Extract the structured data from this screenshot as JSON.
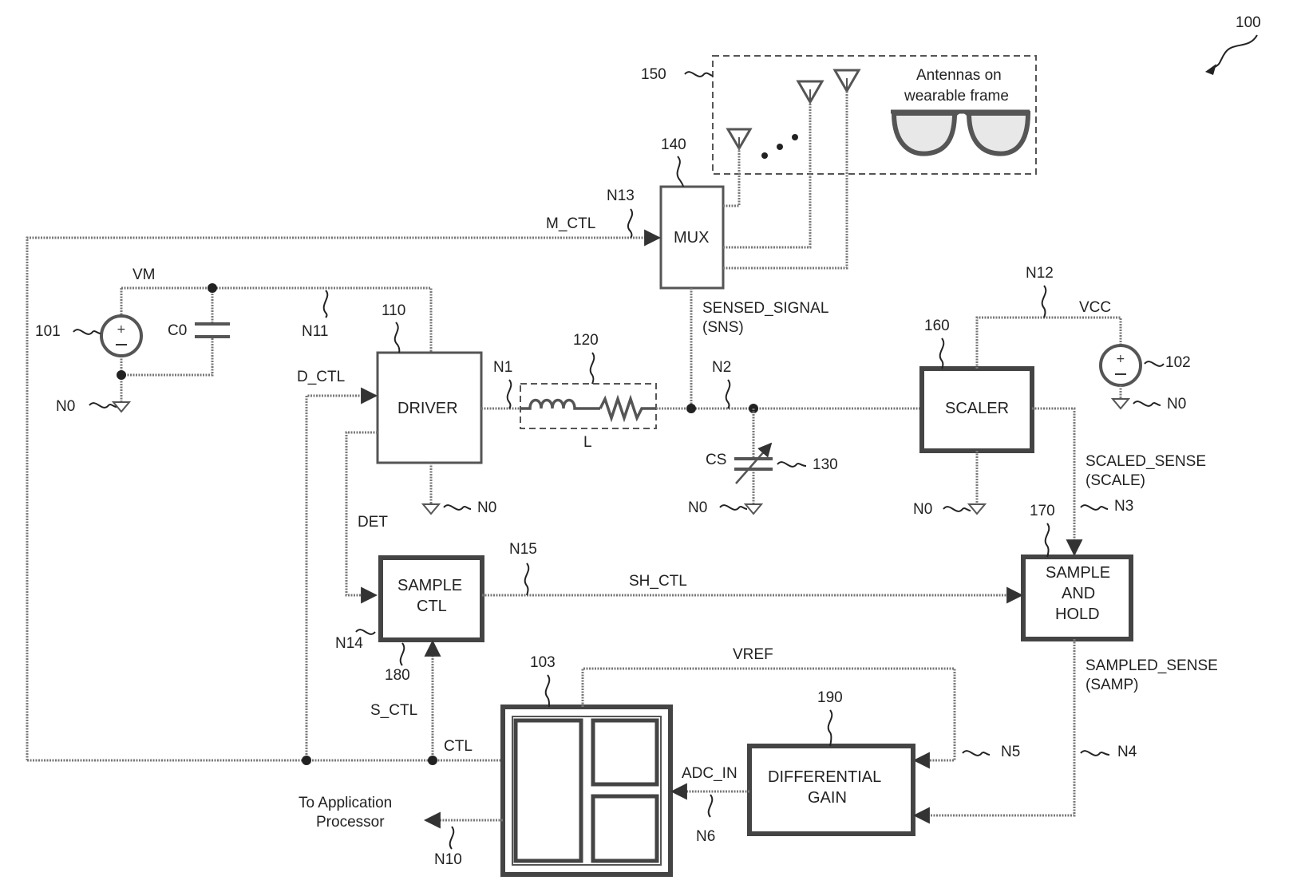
{
  "figure_number": "100",
  "ref_numbers": {
    "r101": "101",
    "r102": "102",
    "r103": "103",
    "r110": "110",
    "r120": "120",
    "r130": "130",
    "r140": "140",
    "r150": "150",
    "r160": "160",
    "r170": "170",
    "r180": "180",
    "r190": "190"
  },
  "blocks": {
    "driver": "DRIVER",
    "mux": "MUX",
    "scaler": "SCALER",
    "sample_ctl_1": "SAMPLE",
    "sample_ctl_2": "CTL",
    "sample_hold_1": "SAMPLE",
    "sample_hold_2": "AND",
    "sample_hold_3": "HOLD",
    "diff_gain_1": "DIFFERENTIAL",
    "diff_gain_2": "GAIN"
  },
  "antennas": {
    "caption_1": "Antennas on",
    "caption_2": "wearable frame"
  },
  "signals": {
    "m_ctl": "M_CTL",
    "vm": "VM",
    "c0": "C0",
    "d_ctl": "D_CTL",
    "det": "DET",
    "l": "L",
    "cs": "CS",
    "sensed_1": "SENSED_SIGNAL",
    "sensed_2": "(SNS)",
    "vcc": "VCC",
    "scaled_1": "SCALED_SENSE",
    "scaled_2": "(SCALE)",
    "sh_ctl": "SH_CTL",
    "vref": "VREF",
    "sampled_1": "SAMPLED_SENSE",
    "sampled_2": "(SAMP)",
    "s_ctl": "S_CTL",
    "ctl": "CTL",
    "adc_in": "ADC_IN",
    "app_1": "To Application",
    "app_2": "Processor"
  },
  "nodes": {
    "n0a": "N0",
    "n0b": "N0",
    "n0c": "N0",
    "n0d": "N0",
    "n0e": "N0",
    "n1": "N1",
    "n2": "N2",
    "n3": "N3",
    "n4": "N4",
    "n5": "N5",
    "n6": "N6",
    "n10": "N10",
    "n11": "N11",
    "n12": "N12",
    "n13": "N13",
    "n14": "N14",
    "n15": "N15"
  }
}
